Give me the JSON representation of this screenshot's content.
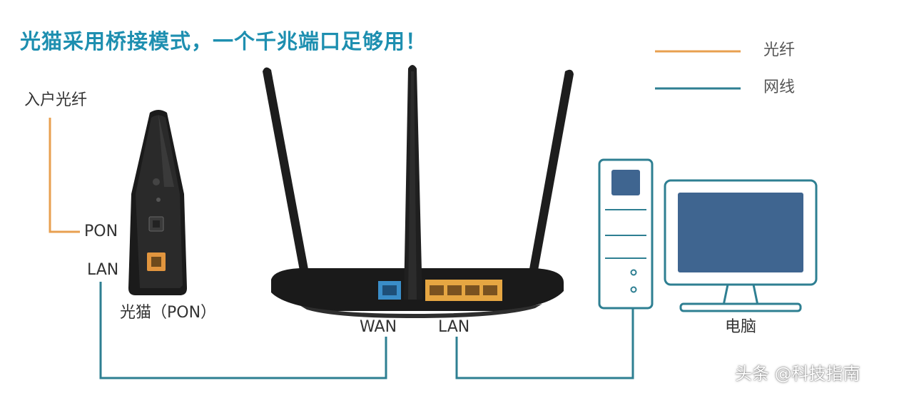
{
  "diagram": {
    "title": "光猫采用桥接模式，一个千兆端口足够用！",
    "legend": {
      "fiber_label": "光纤",
      "cable_label": "网线"
    },
    "labels": {
      "incoming_fiber": "入户光纤",
      "pon": "PON",
      "lan_modem": "LAN",
      "modem_name": "光猫（PON）",
      "wan": "WAN",
      "lan_router": "LAN",
      "computer": "电脑"
    },
    "watermark": "头条 @科技指南",
    "colors": {
      "fiber": "#e8a050",
      "cable": "#2e7f92",
      "title": "#1e8fb0",
      "monitor_screen": "#3f6590"
    },
    "icons": [
      "optical-modem-icon",
      "router-icon",
      "pc-tower-icon",
      "monitor-icon"
    ]
  }
}
